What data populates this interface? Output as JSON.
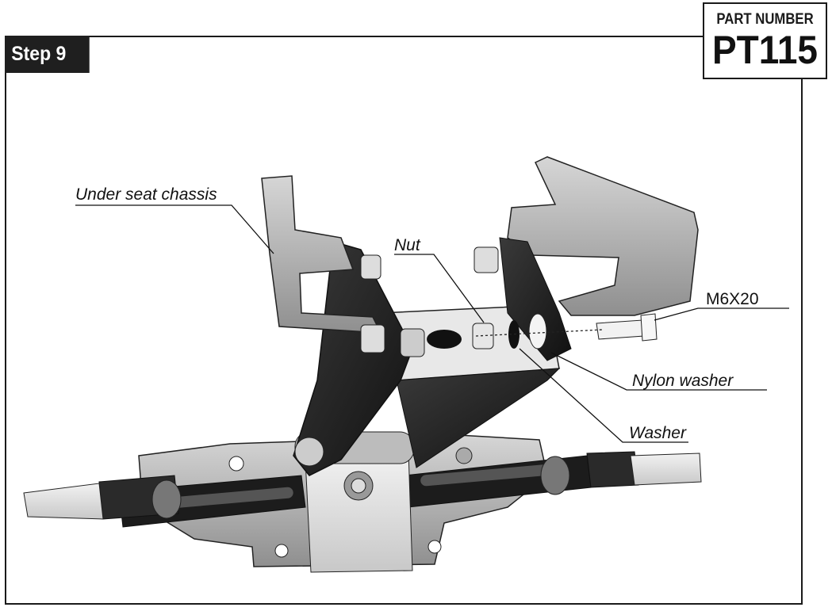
{
  "step": {
    "label": "Step 9"
  },
  "part": {
    "caption": "PART NUMBER",
    "number": "PT115"
  },
  "callouts": {
    "chassis": "Under seat chassis",
    "nut": "Nut",
    "bolt": "M6X20",
    "nylon_washer": "Nylon washer",
    "washer": "Washer"
  }
}
